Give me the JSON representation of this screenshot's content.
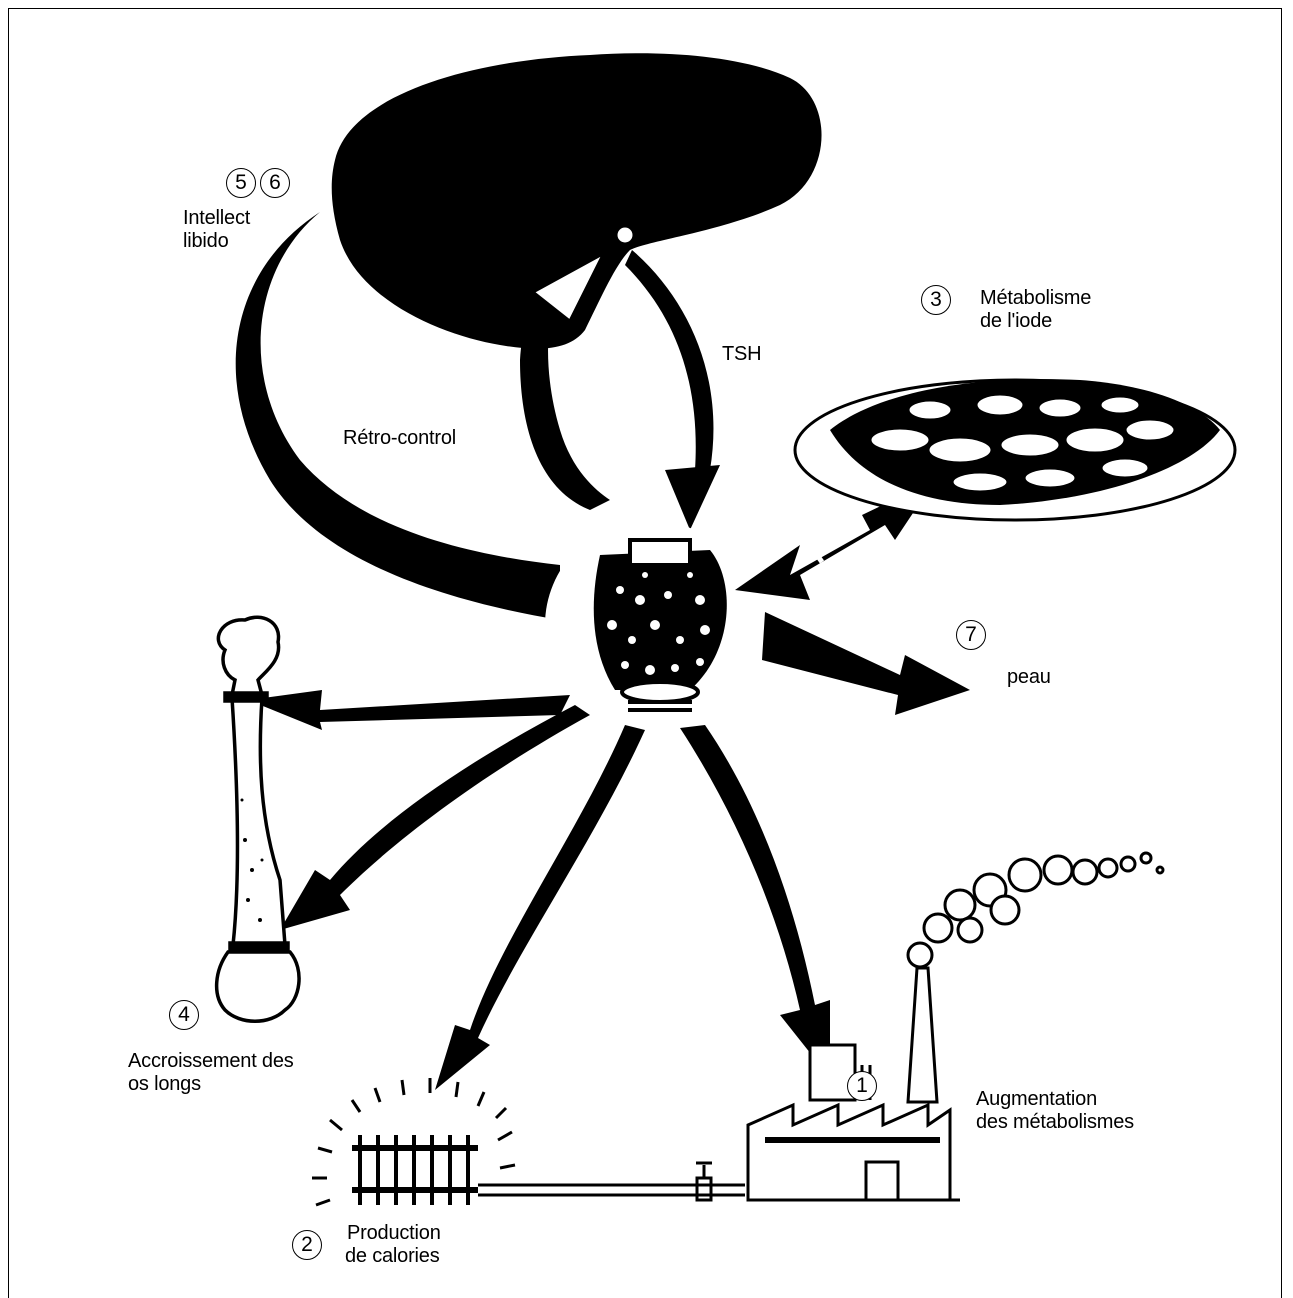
{
  "diagram": {
    "markers": [
      "1",
      "2",
      "3",
      "4",
      "5",
      "6",
      "7"
    ],
    "labels": {
      "intellect": [
        "Intellect",
        "libido"
      ],
      "tsh": "TSH",
      "retro": "Rétro-control",
      "iode": [
        "Métabolisme",
        "de l'iode"
      ],
      "peau": "peau",
      "os": [
        "Accroissement des",
        "os longs"
      ],
      "calories": [
        "Production",
        "de calories"
      ],
      "metabolismes": [
        "Augmentation",
        "des métabolismes"
      ]
    }
  }
}
